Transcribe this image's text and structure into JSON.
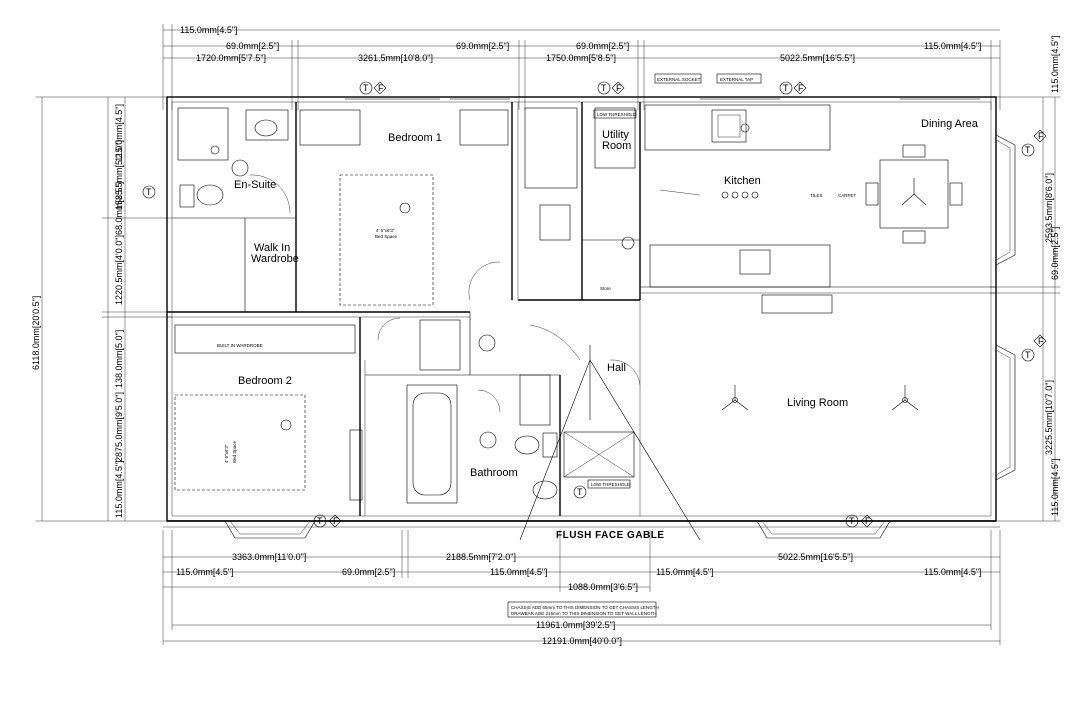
{
  "rooms": {
    "bedroom1": "Bedroom  1",
    "ensuite": "En-Suite",
    "walk_in": "Walk In",
    "wardrobe": "Wardrobe",
    "utility": "Utility",
    "utility2": "Room",
    "kitchen": "Kitchen",
    "dining": "Dining Area",
    "store": "Store",
    "hall": "Hall",
    "living": "Living Room",
    "bedroom2": "Bedroom  2",
    "bathroom": "Bathroom",
    "built_in_wardrobe": "BUILT IN WARDROBE",
    "bed_space1": "4' 6\"x6'3\"",
    "bed_space1b": "Bed Space",
    "bed_space2": "4' 6\"x6'3\"",
    "bed_space2b": "Bed Space"
  },
  "labels": {
    "flush_face_gable": "FLUSH FACE GABLE",
    "external_socket": "EXTERNAL SOCKET",
    "external_tap": "EXTERNAL TAP",
    "low_threshold_top": "LOW THRESHOLD",
    "low_threshold_bottom": "LOW THRESHOLD",
    "tiles": "TILES",
    "carpet": "CARPET",
    "chassis_note1": "CHASSIS ADD 65mm TO THIS DIMENSION TO GET CHASSIS LENGTH",
    "chassis_note2": "DRAWBAR ADD 215mm TO THIS DIMENSION TO GET WALL LENGTH",
    "symbol_t": "T",
    "symbol_f": "F"
  },
  "dims_top": {
    "d1": "115.0mm[4.5\"]",
    "d2": "69.0mm[2.5\"]",
    "d3": "69.0mm[2.5\"]",
    "d4": "69.0mm[2.5\"]",
    "d5": "115.0mm[4.5\"]",
    "d6": "1720.0mm[5'7.5\"]",
    "d7": "3261.5mm[10'8.0\"]",
    "d8": "1750.0mm[5'8.5\"]",
    "d9": "5022.5mm[16'5.5\"]"
  },
  "dims_bottom": {
    "d1": "3363.0mm[11'0.0\"]",
    "d2": "2188.5mm[7'2.0\"]",
    "d3": "5022.5mm[16'5.5\"]",
    "d4": "115.0mm[4.5\"]",
    "d5": "69.0mm[2.5\"]",
    "d6": "115.0mm[4.5\"]",
    "d7": "115.0mm[4.5\"]",
    "d8": "115.0mm[4.5\"]",
    "d9": "1088.0mm[3'6.5\"]",
    "d10": "11961.0mm[39'2.5\"]",
    "d11": "12191.0mm[40'0.0\"]"
  },
  "dims_left": {
    "d1": "115.0mm[4.5\"]",
    "d2": "1585.5mm[5'2.0\"]",
    "d3": "68.0mm[2.5\"]",
    "d4": "1220.5mm[4'0.0\"]",
    "d5": "6118.0mm[20'0.5\"]",
    "d6": "138.0mm[5.0\"]",
    "d7": "2875.0mm[9'5.0\"]",
    "d8": "115.0mm[4.5\"]"
  },
  "dims_right": {
    "d1": "115.0mm[4.5\"]",
    "d2": "2593.5mm[8'6.0\"]",
    "d3": "69.0mm[2.5\"]",
    "d4": "3225.5mm[10'7.0\"]",
    "d5": "115.0mm[4.5\"]"
  }
}
